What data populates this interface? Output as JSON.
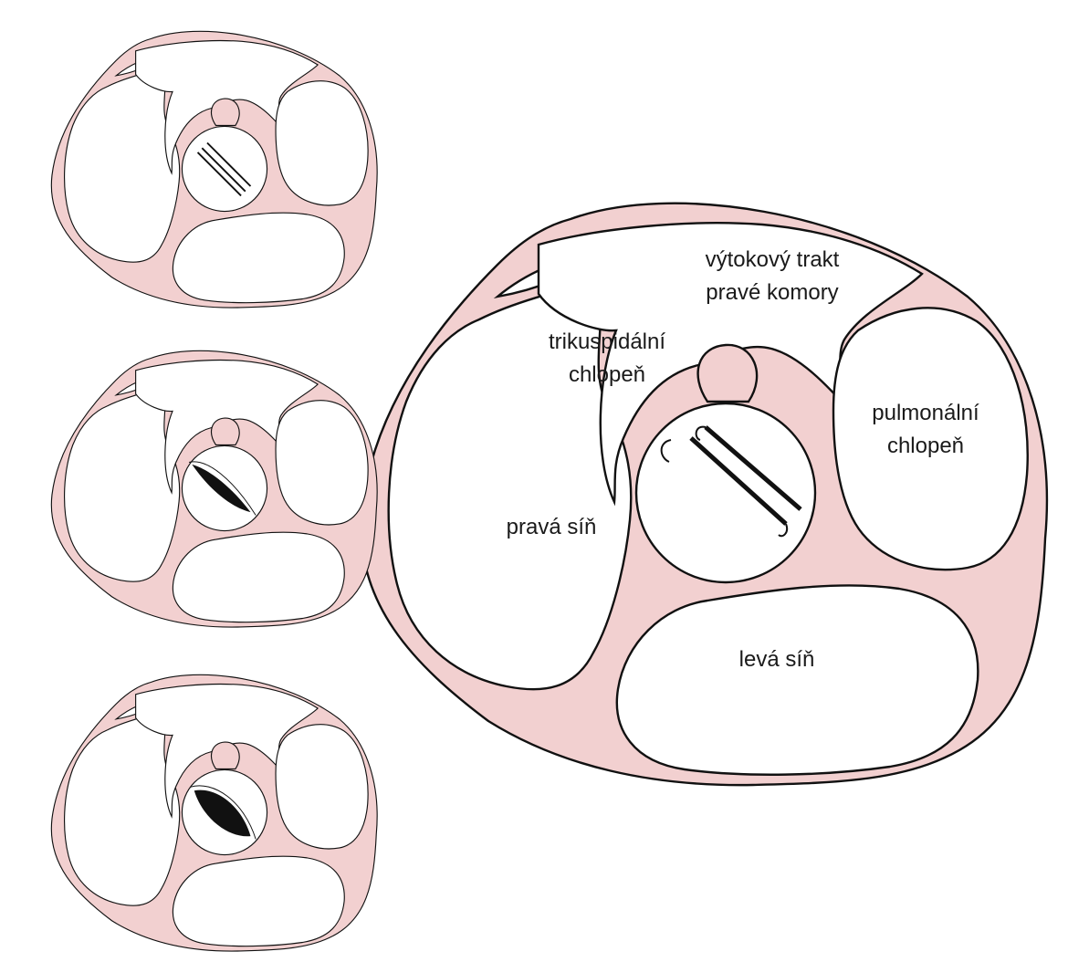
{
  "labels": {
    "outflow_line1": "výtokový trakt",
    "outflow_line2": "pravé komory",
    "tricuspid_line1": "trikuspidální",
    "tricuspid_line2": "chlopeň",
    "pulmonary_line1": "pulmonální",
    "pulmonary_line2": "chlopeň",
    "right_atrium": "pravá síň",
    "left_atrium": "levá síň"
  },
  "colors": {
    "tissue": "#f2d0d0",
    "outline": "#111111",
    "cavity": "#ffffff"
  },
  "small_panels": [
    {
      "aortic_valve_state": "closed"
    },
    {
      "aortic_valve_state": "partially-open"
    },
    {
      "aortic_valve_state": "open"
    }
  ]
}
